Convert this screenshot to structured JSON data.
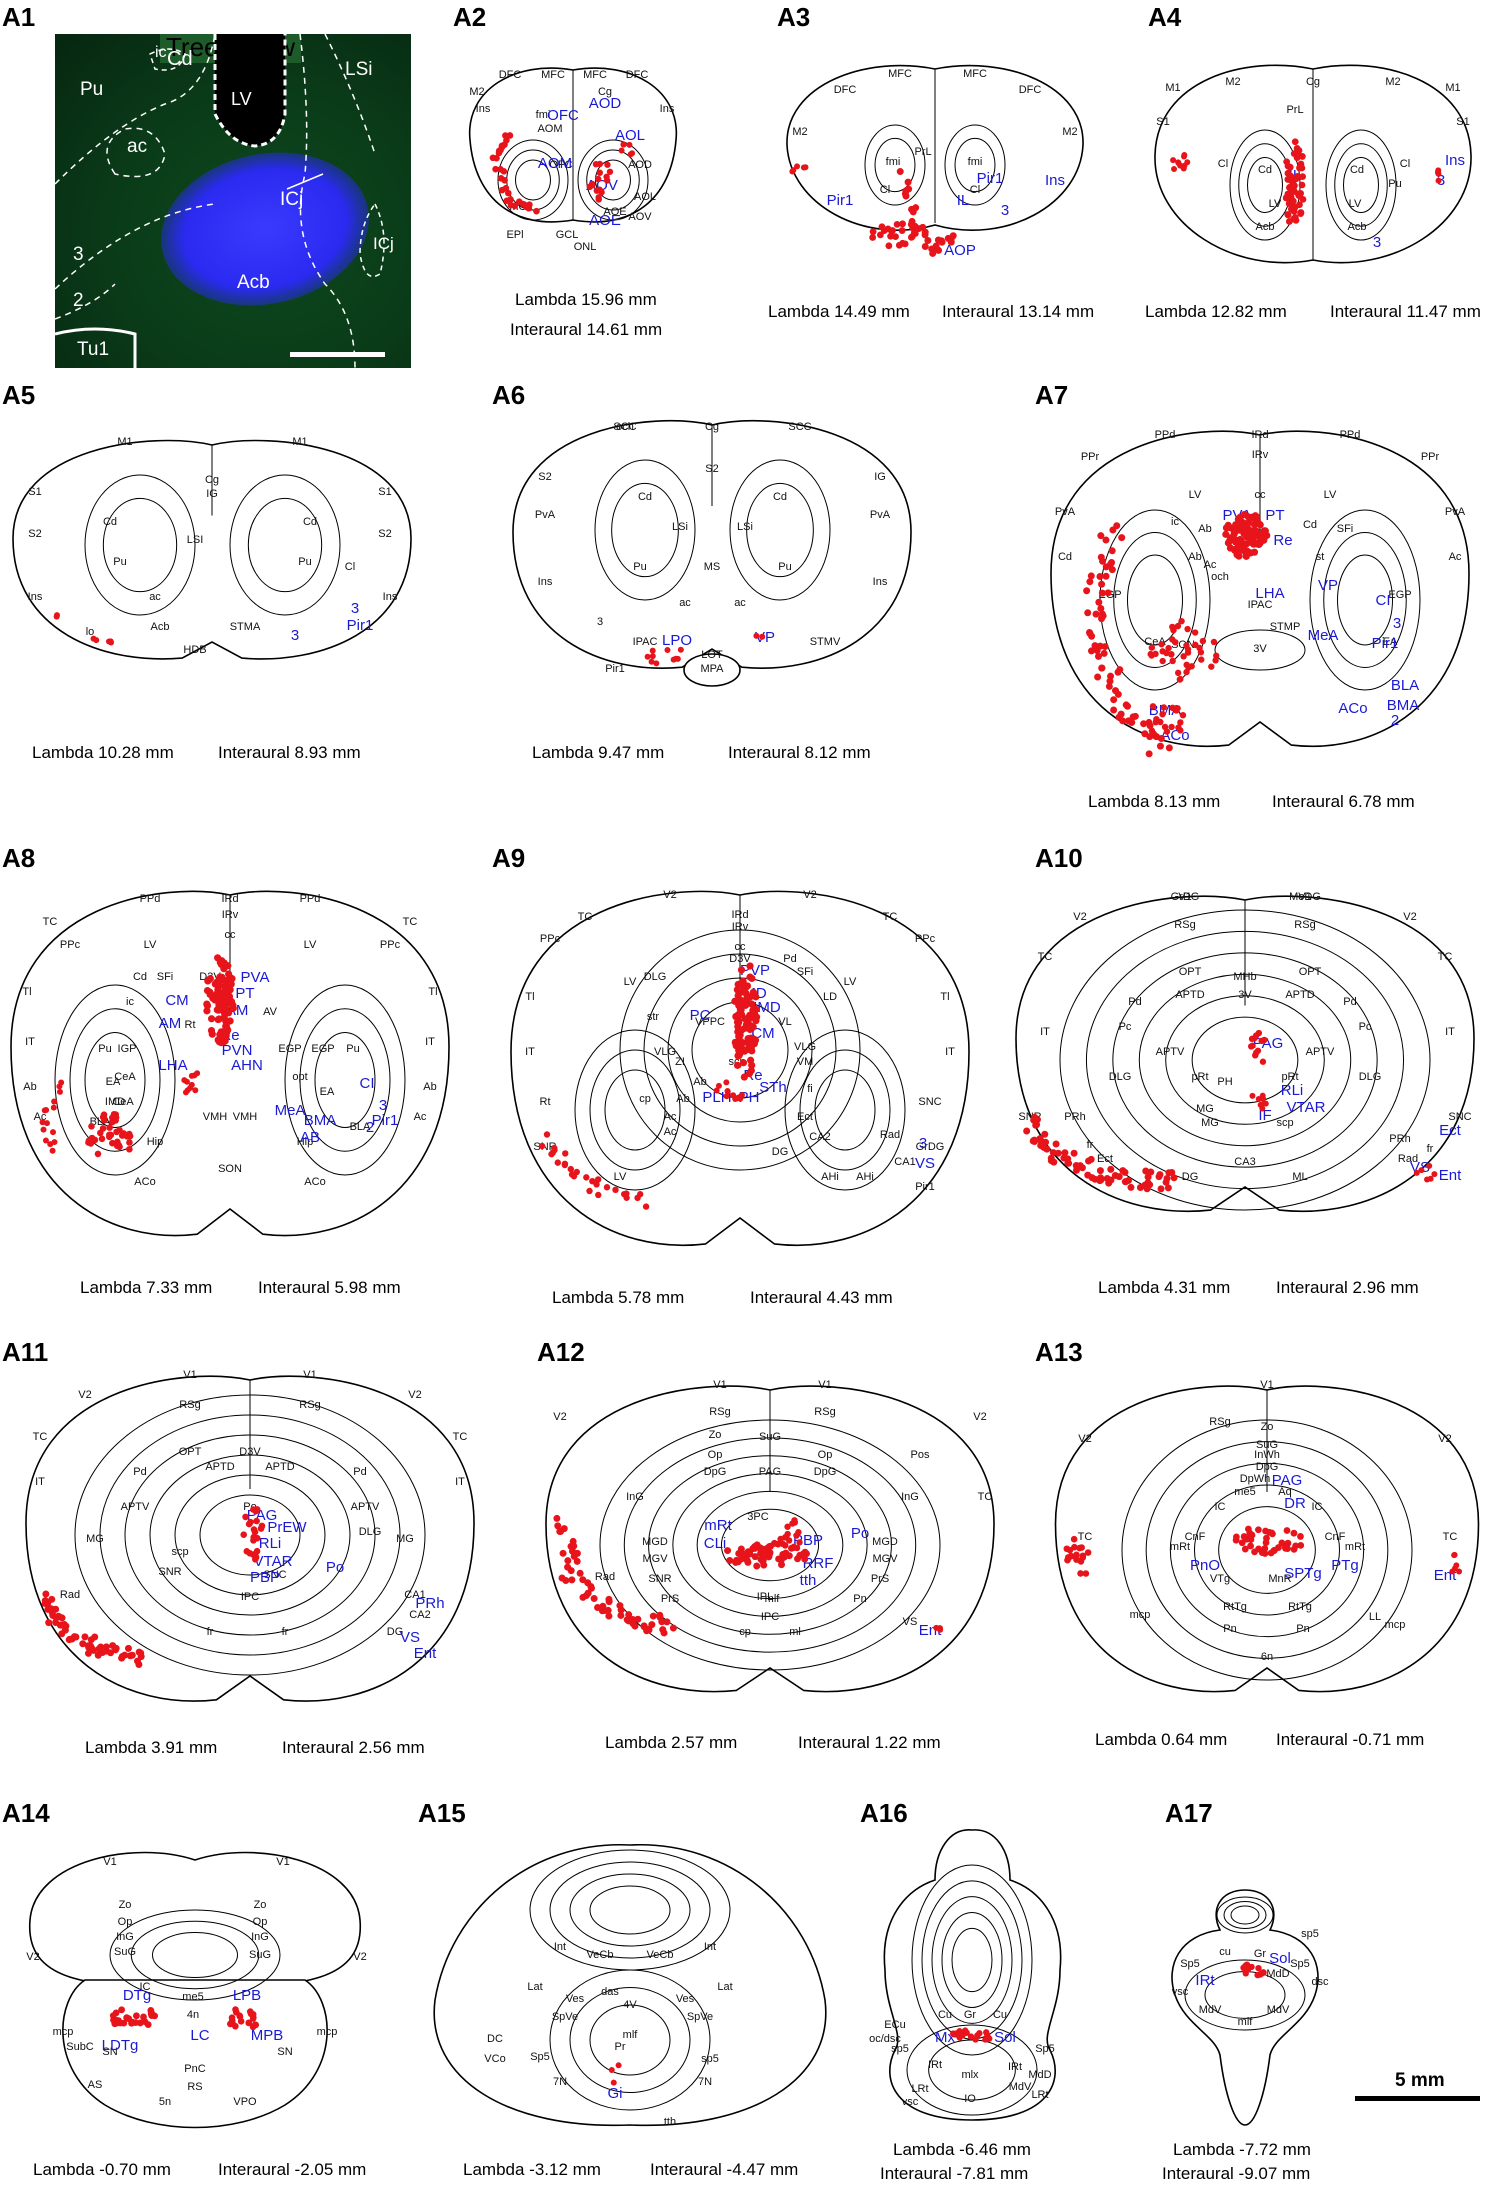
{
  "panels": [
    {
      "id": "A1",
      "label": "A1",
      "species": "Tree shrew",
      "photo_labels": [
        "Pu",
        "ic",
        "Cd",
        "LV",
        "LSi",
        "ac",
        "ICj",
        "3",
        "2",
        "Acb",
        "ICj",
        "Tu1"
      ]
    },
    {
      "id": "A2",
      "label": "A2",
      "lambda": "Lambda 15.96 mm",
      "interaural": "Interaural 14.61 mm",
      "region_labels": [
        "DFC",
        "MFC",
        "MFC",
        "DFC",
        "M2",
        "Cg",
        "Ins",
        "fmi",
        "Ins",
        "AOM",
        "OFC",
        "AOD",
        "AOL",
        "AOV",
        "AOE",
        "MCL",
        "GCL",
        "EPl",
        "ONL"
      ],
      "blue_labels": [
        "AOM",
        "OFC",
        "AOD",
        "AOL",
        "AOV",
        "AOE"
      ]
    },
    {
      "id": "A3",
      "label": "A3",
      "lambda": "Lambda 14.49 mm",
      "interaural": "Interaural 13.14 mm",
      "region_labels": [
        "MFC",
        "MFC",
        "DFC",
        "DFC",
        "M2",
        "M2",
        "PrL",
        "fmi",
        "fmi",
        "Cl",
        "Cl"
      ],
      "blue_labels": [
        "Pir1",
        "IL",
        "Pir1",
        "Ins",
        "3",
        "AOP"
      ]
    },
    {
      "id": "A4",
      "label": "A4",
      "lambda": "Lambda 12.82 mm",
      "interaural": "Interaural 11.47 mm",
      "region_labels": [
        "M1",
        "M2",
        "Cg",
        "M2",
        "M1",
        "S1",
        "S1",
        "PrL",
        "Cl",
        "Cl",
        "Cd",
        "Cd",
        "LV",
        "LV",
        "Acb",
        "Acb",
        "Pu"
      ],
      "blue_labels": [
        "IL",
        "Ins",
        "3",
        "3"
      ]
    },
    {
      "id": "A5",
      "label": "A5",
      "lambda": "Lambda 10.28 mm",
      "interaural": "Interaural 8.93 mm",
      "region_labels": [
        "M1",
        "M1",
        "S1",
        "S1",
        "Cg",
        "IG",
        "Cd",
        "Cd",
        "S2",
        "S2",
        "Pu",
        "Pu",
        "Cl",
        "Ins",
        "Ins",
        "ac",
        "Acb",
        "LSI",
        "STMA",
        "HDB",
        "lo"
      ],
      "blue_labels": [
        "3",
        "Pir1",
        "3"
      ]
    },
    {
      "id": "A6",
      "label": "A6",
      "lambda": "Lambda 9.47 mm",
      "interaural": "Interaural 8.12 mm",
      "region_labels": [
        "SCC",
        "Cg",
        "SCC",
        "S2",
        "S2",
        "IG",
        "PvA",
        "PvA",
        "Cd",
        "Cd",
        "LSi",
        "LSi",
        "Ins",
        "Ins",
        "Pu",
        "MS",
        "Pu",
        "ac",
        "ac",
        "3",
        "IPAC",
        "STMV",
        "Pir1",
        "LOT",
        "MPA",
        "och"
      ],
      "blue_labels": [
        "LPO",
        "VP"
      ]
    },
    {
      "id": "A7",
      "label": "A7",
      "lambda": "Lambda 8.13 mm",
      "interaural": "Interaural 6.78 mm",
      "region_labels": [
        "PPd",
        "IRd",
        "PPd",
        "PPr",
        "IRv",
        "PPr",
        "PvA",
        "LV",
        "cc",
        "LV",
        "PvA",
        "Ab",
        "ic",
        "Cd",
        "SFi",
        "Cd",
        "Ab",
        "st",
        "Ac",
        "EGP",
        "EGP",
        "Ac",
        "IPAC",
        "STMP",
        "3V",
        "SON",
        "och",
        "CeA",
        "EA"
      ],
      "blue_labels": [
        "PVA",
        "PT",
        "Re",
        "LHA",
        "VP",
        "CI",
        "3",
        "Pir1",
        "MeA",
        "BLA",
        "BMA",
        "BMA",
        "ACo",
        "ACo",
        "2"
      ]
    },
    {
      "id": "A8",
      "label": "A8",
      "lambda": "Lambda 7.33 mm",
      "interaural": "Interaural 5.98 mm",
      "region_labels": [
        "PPd",
        "IRd",
        "PPd",
        "TC",
        "IRv",
        "TC",
        "PPc",
        "PPc",
        "cc",
        "Tl",
        "LV",
        "LV",
        "Tl",
        "Cd",
        "SFi",
        "D3V",
        "IT",
        "IT",
        "ic",
        "AV",
        "Ab",
        "Rt",
        "Ab",
        "Pu",
        "IGP",
        "EGP",
        "EGP",
        "Pu",
        "opt",
        "Ac",
        "Ac",
        "EA",
        "CeA",
        "EA",
        "VMH",
        "VMH",
        "CeA",
        "BLA",
        "Hip",
        "Hip",
        "BLA",
        "ACo",
        "ACo",
        "SON",
        "IMD"
      ],
      "blue_labels": [
        "PVA",
        "PT",
        "CM",
        "IAM",
        "AM",
        "Re",
        "PVN",
        "LHA",
        "AHN",
        "MeA",
        "BMA",
        "CI",
        "3",
        "Pir1",
        "2",
        "AB"
      ]
    },
    {
      "id": "A9",
      "label": "A9",
      "lambda": "Lambda 5.78 mm",
      "interaural": "Interaural 4.43 mm",
      "region_labels": [
        "V2",
        "V2",
        "TC",
        "IRd",
        "TC",
        "PPc",
        "IRv",
        "PPc",
        "cc",
        "Tl",
        "LV",
        "D3V",
        "Pd",
        "LV",
        "Tl",
        "DLG",
        "SFi",
        "IT",
        "LD",
        "IT",
        "str",
        "VPPC",
        "VL",
        "VLG",
        "VLG",
        "ZI",
        "scp",
        "VM",
        "Rt",
        "Ab",
        "cp",
        "fi",
        "SNC",
        "Ab",
        "SNR",
        "Ac",
        "GrDG",
        "Ac",
        "Rad",
        "Ect",
        "CA2",
        "DG",
        "CA1",
        "LV",
        "AHi",
        "AHi",
        "Pir1"
      ],
      "blue_labels": [
        "PVP",
        "MD",
        "PC",
        "IMD",
        "CM",
        "Re",
        "PLH",
        "PH",
        "STh",
        "3",
        "VS"
      ]
    },
    {
      "id": "A10",
      "label": "A10",
      "lambda": "Lambda 4.31 mm",
      "interaural": "Interaural 2.96 mm",
      "region_labels": [
        "V1",
        "V1",
        "V2",
        "V2",
        "RSg",
        "RSg",
        "TC",
        "TC",
        "OPT",
        "OPT",
        "MHb",
        "APTD",
        "3V",
        "APTD",
        "Pd",
        "Pd",
        "IT",
        "IT",
        "Pc",
        "Pc",
        "APTV",
        "APTV",
        "DLG",
        "DLG",
        "pRt",
        "pRt",
        "PH",
        "MG",
        "MG",
        "scp",
        "SNR",
        "SNC",
        "PRh",
        "PRh",
        "Rad",
        "CA3",
        "DG",
        "ML",
        "fr",
        "fr",
        "Ect",
        "GrDG",
        "MoDG"
      ],
      "blue_labels": [
        "PAG",
        "RLi",
        "VTAR",
        "IF",
        "Ect",
        "VS",
        "Ent"
      ]
    },
    {
      "id": "A11",
      "label": "A11",
      "lambda": "Lambda 3.91 mm",
      "interaural": "Interaural 2.56 mm",
      "region_labels": [
        "V1",
        "V1",
        "V2",
        "V2",
        "RSg",
        "RSg",
        "TC",
        "TC",
        "IT",
        "IT",
        "OPT",
        "APTD",
        "APTD",
        "Pd",
        "Pd",
        "APTV",
        "APTV",
        "Po",
        "DLG",
        "MG",
        "MG",
        "scp",
        "SNR",
        "SNC",
        "Rad",
        "CA1",
        "CA2",
        "DG",
        "fr",
        "fr",
        "IPC",
        "D3V"
      ],
      "blue_labels": [
        "PAG",
        "PrEW",
        "RLi",
        "VTAR",
        "PBP",
        "Po",
        "PRh",
        "VS",
        "Ent"
      ]
    },
    {
      "id": "A12",
      "label": "A12",
      "lambda": "Lambda 2.57 mm",
      "interaural": "Interaural 1.22 mm",
      "region_labels": [
        "V1",
        "V1",
        "V2",
        "V2",
        "RSg",
        "RSg",
        "Zo",
        "SuG",
        "Op",
        "Op",
        "DpG",
        "DpG",
        "Pos",
        "TC",
        "PAG",
        "InG",
        "InG",
        "MGD",
        "MGD",
        "MGV",
        "MGV",
        "SNR",
        "PrS",
        "PrS",
        "Pn",
        "IPC",
        "IPL",
        "ml",
        "cp",
        "Rad",
        "VS",
        "3PC",
        "mlf"
      ],
      "blue_labels": [
        "mRt",
        "CLi",
        "PBP",
        "Po",
        "RRF",
        "tth",
        "Ent"
      ]
    },
    {
      "id": "A13",
      "label": "A13",
      "lambda": "Lambda 0.64 mm",
      "interaural": "Interaural -0.71 mm",
      "region_labels": [
        "V1",
        "V2",
        "RSg",
        "V2",
        "Zo",
        "SuG",
        "InWh",
        "DpG",
        "TC",
        "TC",
        "DpWh",
        "me5",
        "Aq",
        "IC",
        "IC",
        "CnF",
        "CnF",
        "mRt",
        "mRt",
        "VTg",
        "MnR",
        "RtTg",
        "RtTg",
        "Pn",
        "Pn",
        "LL",
        "mcp",
        "mcp",
        "6n"
      ],
      "blue_labels": [
        "PAG",
        "DR",
        "PnO",
        "SPTg",
        "PTg",
        "Ent"
      ]
    },
    {
      "id": "A14",
      "label": "A14",
      "lambda": "Lambda -0.70 mm",
      "interaural": "Interaural -2.05 mm",
      "region_labels": [
        "V1",
        "V1",
        "V2",
        "V2",
        "Zo",
        "Zo",
        "Op",
        "Op",
        "InG",
        "InG",
        "SuG",
        "SuG",
        "IC",
        "me5",
        "4n",
        "mcp",
        "mcp",
        "SubC",
        "SN",
        "SN",
        "PnC",
        "AS",
        "RS",
        "5n",
        "VPO"
      ],
      "blue_labels": [
        "DTg",
        "LPB",
        "LDTg",
        "LC",
        "MPB"
      ]
    },
    {
      "id": "A15",
      "label": "A15",
      "lambda": "Lambda -3.12 mm",
      "interaural": "Interaural -4.47 mm",
      "region_labels": [
        "Int",
        "VeCb",
        "VeCb",
        "Int",
        "Lat",
        "Lat",
        "Ves",
        "das",
        "4V",
        "Ves",
        "SpVe",
        "SpVe",
        "DC",
        "VCo",
        "Sp5",
        "mlf",
        "Pr",
        "sp5",
        "7N",
        "7N",
        "tth"
      ],
      "blue_labels": [
        "Gi"
      ]
    },
    {
      "id": "A16",
      "label": "A16",
      "lambda": "Lambda -6.46 mm",
      "interaural": "Interaural -7.81 mm",
      "region_labels": [
        "ECu",
        "Cu",
        "Gr",
        "Cu",
        "oc/dsc",
        "sp5",
        "Sp5",
        "IRt",
        "IRt",
        "MdD",
        "MdV",
        "LRt",
        "LRt",
        "vsc",
        "mlx",
        "IO"
      ],
      "blue_labels": [
        "Mx",
        "Sol"
      ]
    },
    {
      "id": "A17",
      "label": "A17",
      "lambda": "Lambda -7.72 mm",
      "interaural": "Interaural -9.07 mm",
      "region_labels": [
        "sp5",
        "cu",
        "Sp5",
        "Sp5",
        "Gr",
        "MdD",
        "dsc",
        "MdV",
        "MdV",
        "vsc",
        "mlf"
      ],
      "blue_labels": [
        "IRt",
        "Sol"
      ]
    }
  ],
  "scale": {
    "label": "5 mm"
  },
  "colors": {
    "marker": "#e8141b",
    "blue_label": "#1a1ad6",
    "nucleus_blue": "#2a2af0",
    "photo_bg": "#0a3a18"
  }
}
